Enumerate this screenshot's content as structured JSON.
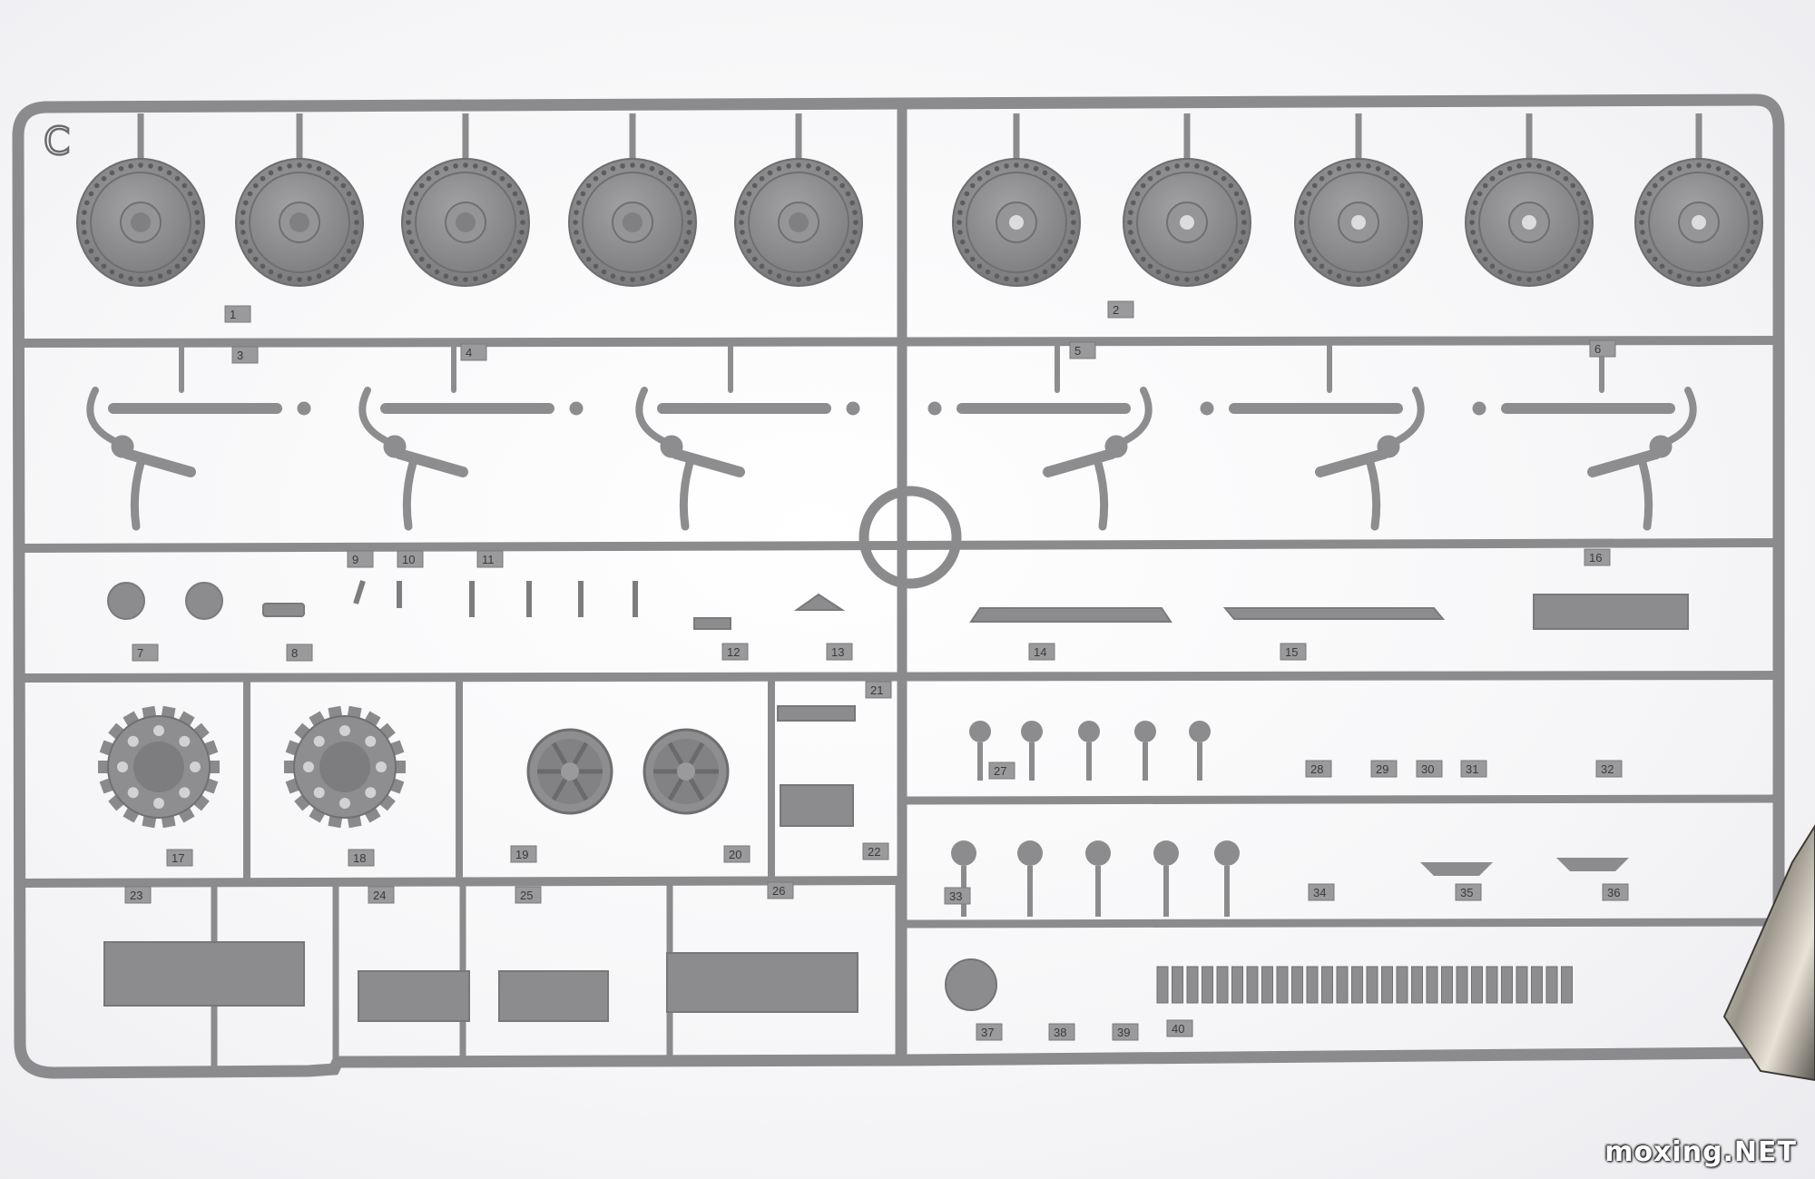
{
  "sprue": {
    "letter": "C",
    "tube_color": "#8a8a8c",
    "part_color": "#8e8e90",
    "numbers": {
      "n1": "1",
      "n2": "2",
      "n3": "3",
      "n4": "4",
      "n5": "5",
      "n6": "6",
      "n7": "7",
      "n8": "8",
      "n9": "9",
      "n10": "10",
      "n11": "11",
      "n12": "12",
      "n13": "13",
      "n14": "14",
      "n15": "15",
      "n16": "16",
      "n17": "17",
      "n18": "18",
      "n19": "19",
      "n20": "20",
      "n21": "21",
      "n22": "22",
      "n23": "23",
      "n24": "24",
      "n25": "25",
      "n26": "26",
      "n27": "27",
      "n28": "28",
      "n29": "29",
      "n30": "30",
      "n31": "31",
      "n32": "32",
      "n33": "33",
      "n34": "34",
      "n35": "35",
      "n36": "36",
      "n37": "37",
      "n38": "38",
      "n39": "39",
      "n40": "40"
    }
  },
  "watermark": "moxing.NET"
}
